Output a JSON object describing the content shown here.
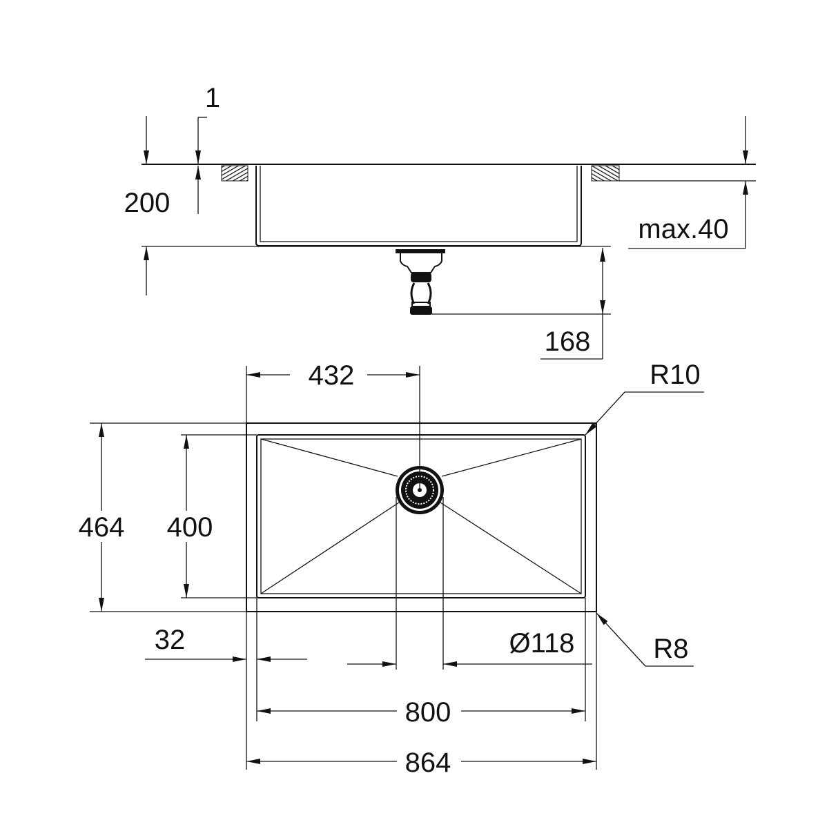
{
  "side_view": {
    "dimensions": {
      "thickness": "1",
      "depth": "200",
      "max_worktop": "max.40",
      "drain_depth": "168"
    }
  },
  "plan_view": {
    "dimensions": {
      "drain_offset": "432",
      "outer_depth": "464",
      "inner_depth": "400",
      "rim": "32",
      "drain_diameter": "Ø118",
      "inner_width": "800",
      "outer_width": "864",
      "inner_radius": "R10",
      "outer_radius": "R8"
    }
  },
  "colors": {
    "line": "#111111",
    "background": "#ffffff"
  }
}
